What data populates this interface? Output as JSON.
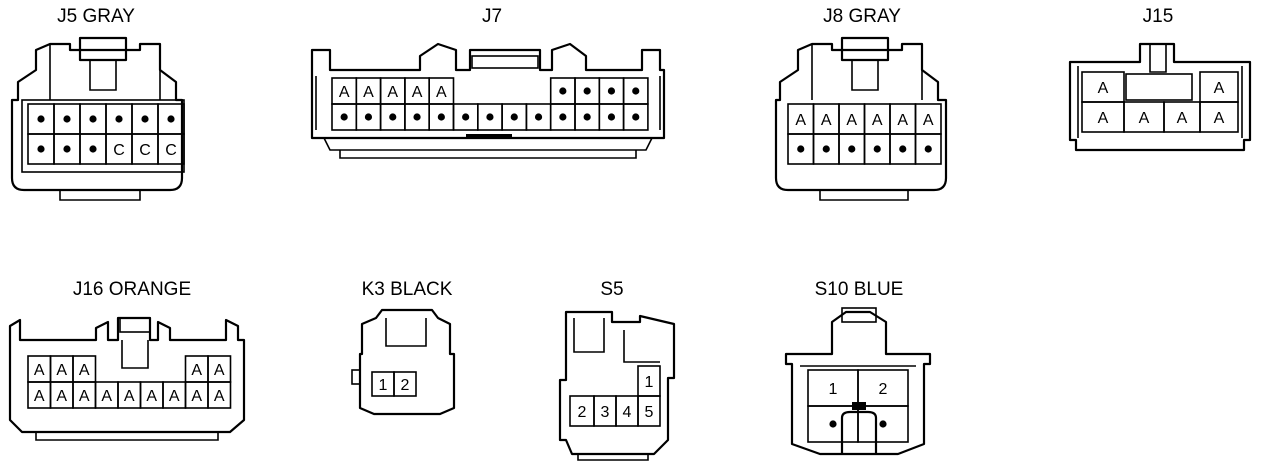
{
  "connectors": [
    {
      "id": "j5",
      "title": "J5  GRAY",
      "rows": [
        [
          "•",
          "•",
          "•",
          "•",
          "•",
          "•"
        ],
        [
          "•",
          "•",
          "•",
          "C",
          "C",
          "C"
        ]
      ]
    },
    {
      "id": "j7",
      "title": "J7",
      "rows": [
        [
          "A",
          "A",
          "A",
          "A",
          "A",
          "",
          "",
          "",
          "",
          "•",
          "•",
          "•",
          "•"
        ],
        [
          "•",
          "•",
          "•",
          "•",
          "•",
          "•",
          "•",
          "•",
          "•",
          "•",
          "•",
          "•",
          "•"
        ]
      ]
    },
    {
      "id": "j8",
      "title": "J8  GRAY",
      "rows": [
        [
          "A",
          "A",
          "A",
          "A",
          "A",
          "A"
        ],
        [
          "•",
          "•",
          "•",
          "•",
          "•",
          "•"
        ]
      ]
    },
    {
      "id": "j15",
      "title": "J15",
      "rows": [
        [
          "A",
          "",
          "",
          "A"
        ],
        [
          "A",
          "A",
          "A",
          "A"
        ]
      ]
    },
    {
      "id": "j16",
      "title": "J16  ORANGE",
      "rows": [
        [
          "A",
          "A",
          "A",
          "",
          "",
          "",
          "",
          "A",
          "A"
        ],
        [
          "A",
          "A",
          "A",
          "A",
          "A",
          "A",
          "A",
          "A",
          "A"
        ]
      ]
    },
    {
      "id": "k3",
      "title": "K3  BLACK",
      "rows": [
        [
          "1",
          "2"
        ]
      ]
    },
    {
      "id": "s5",
      "title": "S5",
      "rows": [
        [
          "",
          "",
          "",
          "1"
        ],
        [
          "2",
          "3",
          "4",
          "5"
        ]
      ]
    },
    {
      "id": "s10",
      "title": "S10  BLUE",
      "rows": [
        [
          "1",
          "2"
        ],
        [
          "•",
          "•"
        ]
      ]
    }
  ]
}
